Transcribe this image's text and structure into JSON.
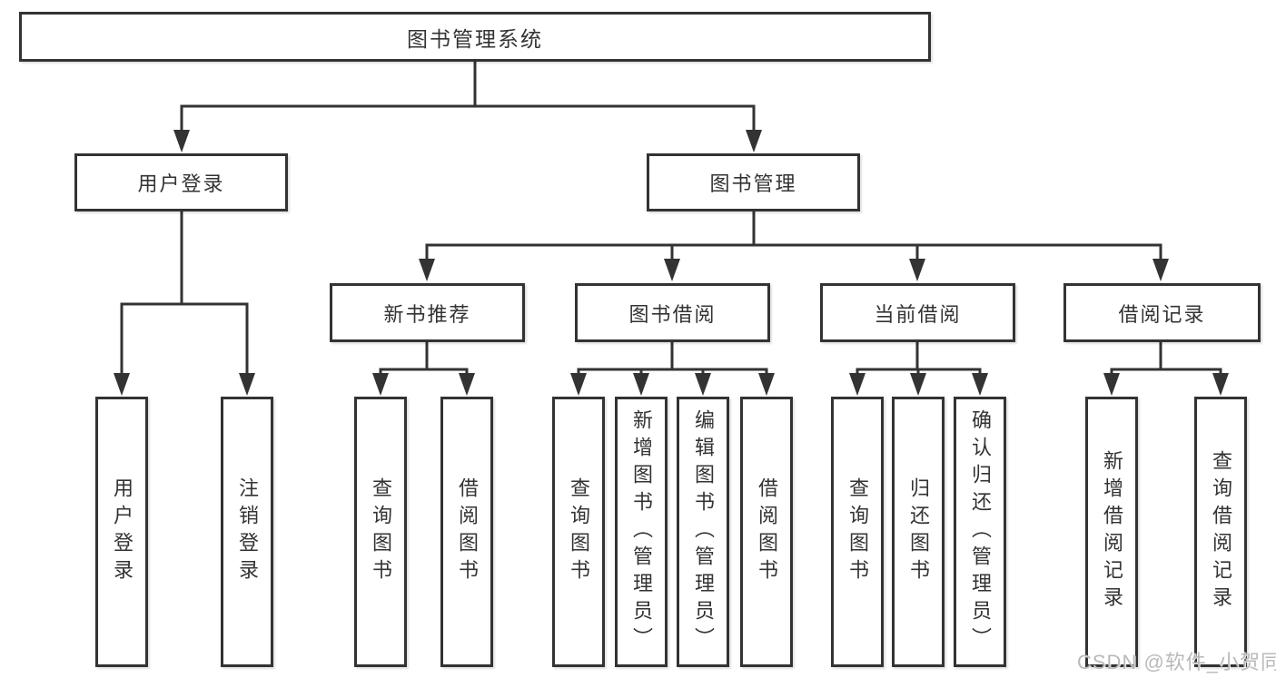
{
  "colors": {
    "line": "#333333",
    "text": "#333333",
    "watermark": "#b9b9b9",
    "background": "#ffffff"
  },
  "watermark": {
    "text": "CSDN @软件_小贺同学"
  },
  "tree": {
    "label": "图书管理系统",
    "children": [
      {
        "label": "用户登录",
        "children": [
          {
            "label": "用户登录"
          },
          {
            "label": "注销登录"
          }
        ]
      },
      {
        "label": "图书管理",
        "children": [
          {
            "label": "新书推荐",
            "children": [
              {
                "label": "查询图书"
              },
              {
                "label": "借阅图书"
              }
            ]
          },
          {
            "label": "图书借阅",
            "children": [
              {
                "label": "查询图书"
              },
              {
                "label": "新增图书（管理员）"
              },
              {
                "label": "编辑图书（管理员）"
              },
              {
                "label": "借阅图书"
              }
            ]
          },
          {
            "label": "当前借阅",
            "children": [
              {
                "label": "查询图书"
              },
              {
                "label": "归还图书"
              },
              {
                "label": "确认归还（管理员）"
              }
            ]
          },
          {
            "label": "借阅记录",
            "children": [
              {
                "label": "新增借阅记录"
              },
              {
                "label": "查询借阅记录"
              }
            ]
          }
        ]
      }
    ]
  }
}
